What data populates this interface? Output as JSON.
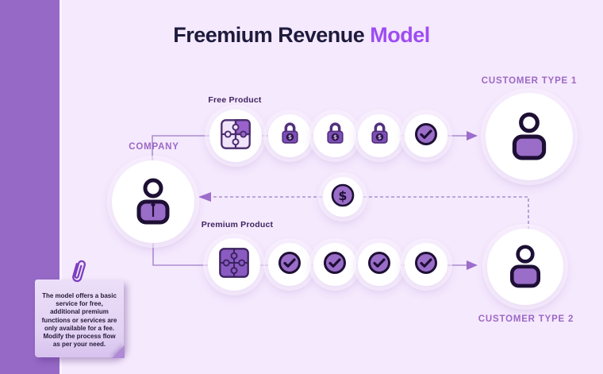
{
  "title": {
    "main": "Freemium Revenue",
    "accent": "Model"
  },
  "diagram": {
    "company_label": "COMPANY",
    "free_product_label": "Free Product",
    "premium_product_label": "Premium Product",
    "customer1_label": "CUSTOMER TYPE 1",
    "customer2_label": "CUSTOMER TYPE 2",
    "free_flow": {
      "lock_steps": 3,
      "check_steps": 1,
      "lock_icon": "lock-dollar-icon",
      "check_icon": "check-icon"
    },
    "premium_flow": {
      "check_steps": 4,
      "check_icon": "check-icon"
    },
    "payment": {
      "icon": "dollar-coin-icon",
      "direction": "customer-type-2-to-company"
    },
    "icons": {
      "company": "person-tie-icon",
      "customer": "person-icon",
      "free_product": "puzzle-one-piece-filled-icon",
      "premium_product": "puzzle-all-filled-icon",
      "note_clip": "paperclip-icon"
    }
  },
  "note": {
    "text": "The model offers a basic service for free, additional premium functions or services are only available for a fee. Modify the process flow as per your need."
  },
  "colors": {
    "sidebar": "#9669c6",
    "background": "#f5e9fd",
    "title": "#1e1b3d",
    "title_accent": "#9d4df2",
    "label_purple": "#9c68c5",
    "label_dark": "#3f2460",
    "icon_purple": "#9a6dc8",
    "icon_dark": "#1e0f35",
    "line": "#ab8ed2",
    "note_bg": "#e2d1f3"
  }
}
